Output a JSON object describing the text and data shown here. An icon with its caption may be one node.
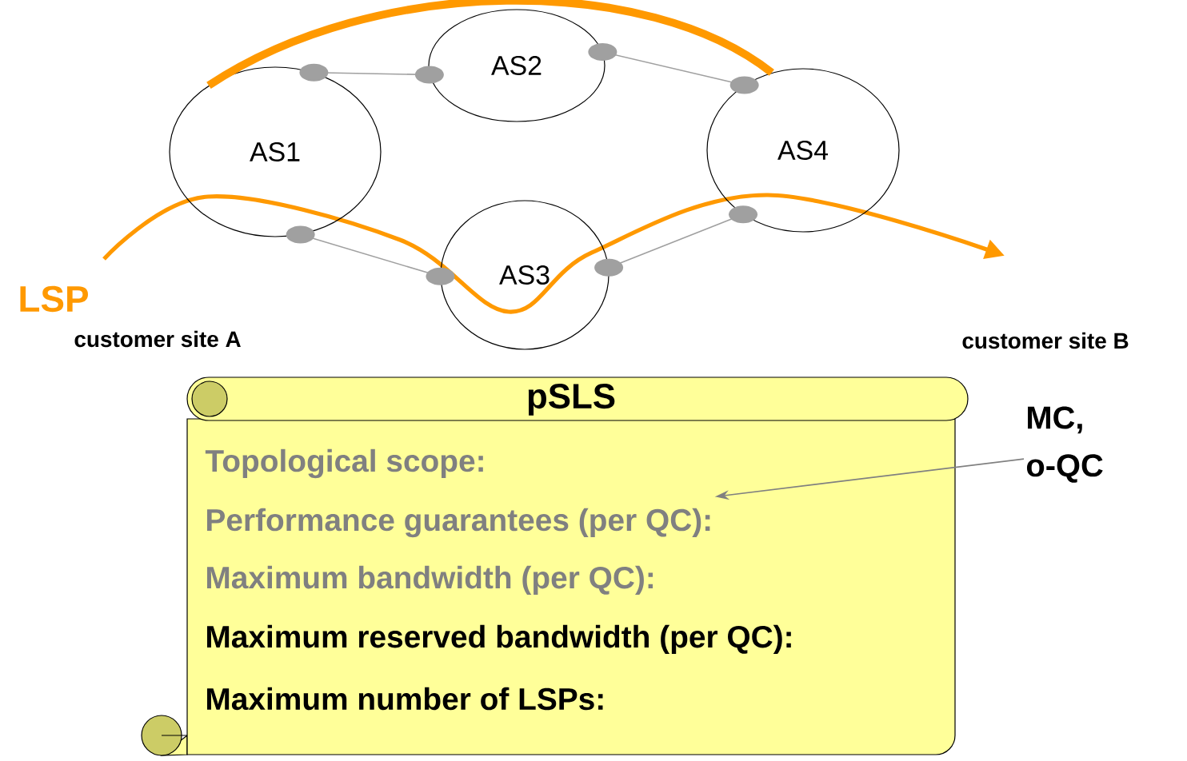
{
  "diagram": {
    "nodes": [
      {
        "text": [
          "AS1"
        ]
      },
      {
        "text": [
          "AS2"
        ]
      },
      {
        "text": [
          "AS3"
        ]
      },
      {
        "text": [
          "AS4"
        ]
      },
      {
        "text": [
          "pSLS"
        ]
      },
      {
        "text": [
          "Topological scope:"
        ],
        "in": 4
      },
      {
        "text": [
          "Performance guarantees (per QC):"
        ],
        "in": 4
      },
      {
        "text": [
          "Maximum bandwidth (per QC):"
        ],
        "in": 4
      },
      {
        "text": [
          "Maximum reserved bandwidth (per QC):"
        ],
        "in": 4
      },
      {
        "text": [
          "Maximum number of LSPs:"
        ],
        "in": 4
      },
      {
        "text": [
          "MC, o-QC"
        ]
      }
    ],
    "edges": [
      {
        "from": 0,
        "to": 1,
        "arrow": "other"
      },
      {
        "from": 1,
        "to": 3,
        "arrow": "other"
      },
      {
        "from": 0,
        "to": 2,
        "arrow": "other"
      },
      {
        "from": 2,
        "to": 3,
        "arrow": "other"
      },
      {
        "from": 0,
        "to": 3,
        "arrow": "none",
        "style": "thick",
        "color": "#ff9900"
      },
      {
        "from": 10,
        "to": 6,
        "arrow": "to"
      }
    ],
    "labels": [
      "LSP",
      "customer site A",
      "customer site B"
    ]
  }
}
